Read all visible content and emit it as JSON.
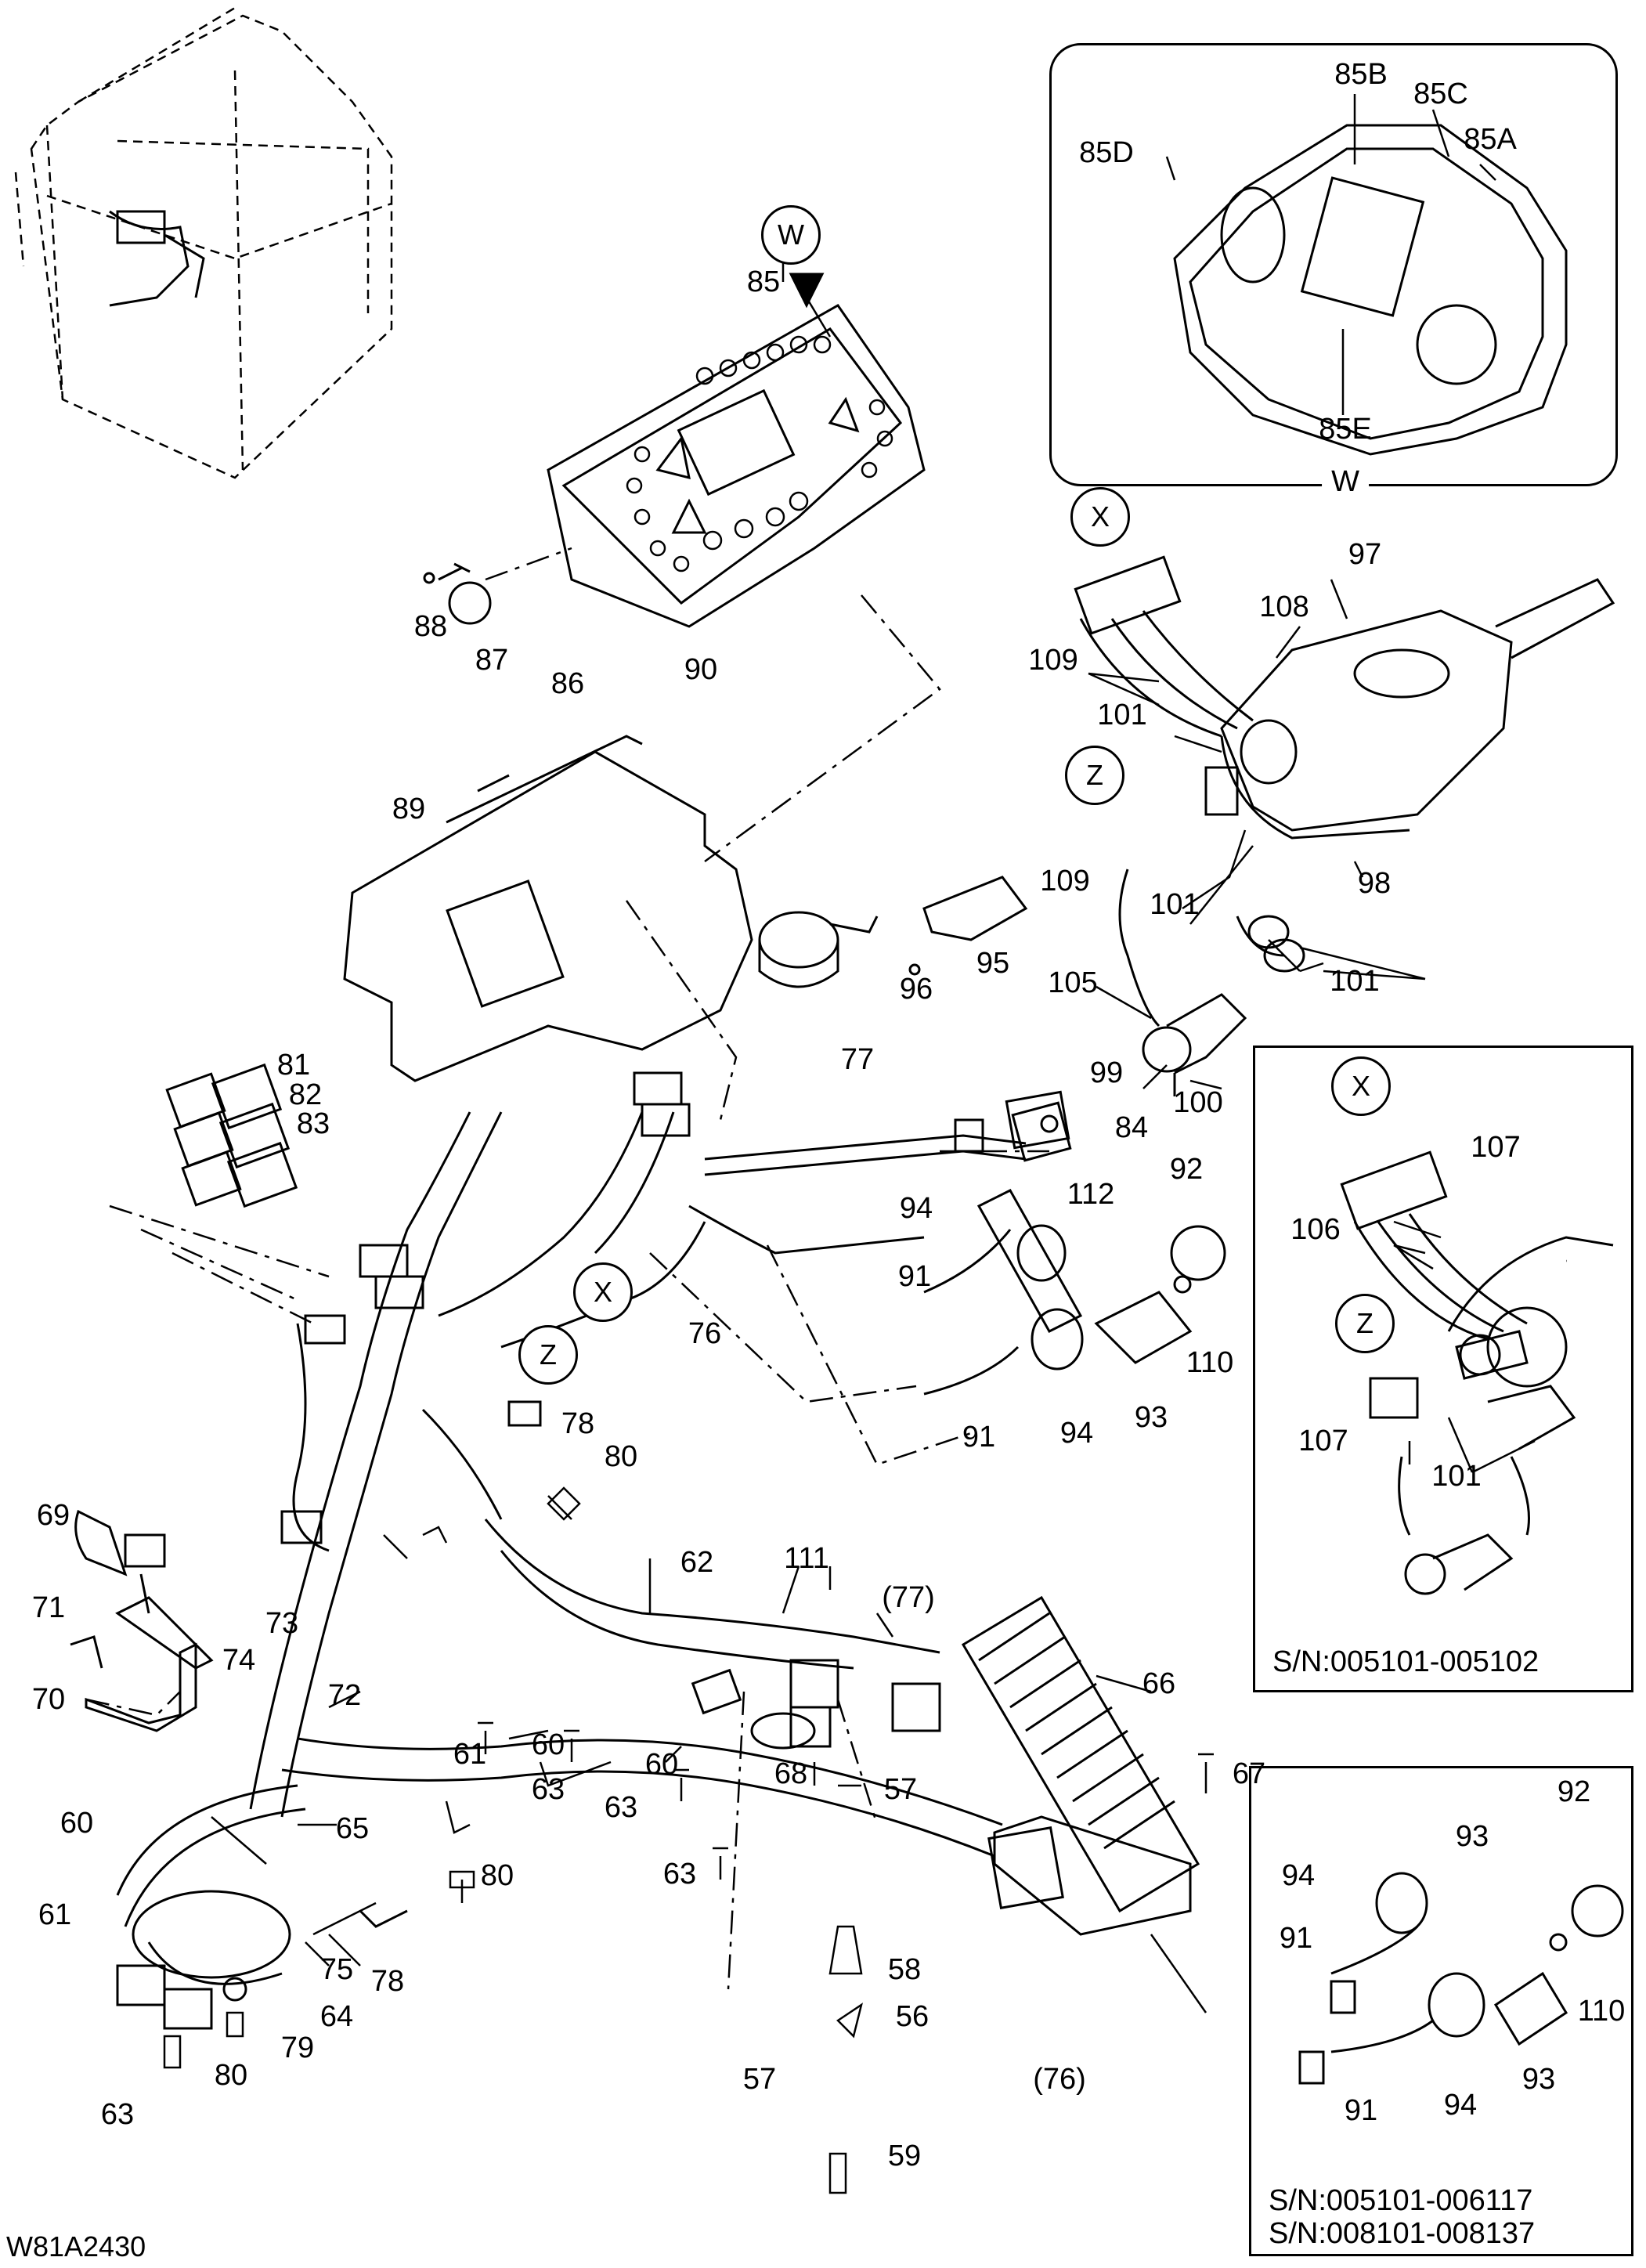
{
  "figure_code": "W81A2430",
  "callouts": {
    "W_main": "W",
    "X_main": "X",
    "Z_main": "Z",
    "X_inset": "X",
    "Z_inset": "Z",
    "X_harness": "X",
    "Z_harness": "Z"
  },
  "inset_W": {
    "caption": "W",
    "labels": [
      "85B",
      "85C",
      "85A",
      "85D",
      "85E"
    ]
  },
  "inset_serial_1": {
    "note": "S/N:005101-005102",
    "labels": [
      "X",
      "107",
      "106",
      "Z",
      "107",
      "101"
    ]
  },
  "inset_serial_2": {
    "note_line1": "S/N:005101-006117",
    "note_line2": "S/N:008101-008137",
    "labels": [
      "92",
      "94",
      "93",
      "91",
      "110",
      "91",
      "94",
      "93"
    ]
  },
  "part_labels": {
    "p85": "85",
    "p88": "88",
    "p87": "87",
    "p86": "86",
    "p90": "90",
    "p89": "89",
    "p97": "97",
    "p108": "108",
    "p109a": "109",
    "p101a": "101",
    "p98": "98",
    "p109b": "109",
    "p101b": "101",
    "p101c": "101",
    "p105": "105",
    "p99": "99",
    "p100": "100",
    "p95": "95",
    "p96": "96",
    "p81": "81",
    "p82": "82",
    "p83": "83",
    "p77": "77",
    "p84": "84",
    "p94a": "94",
    "p112": "112",
    "p92": "92",
    "p91a": "91",
    "p110": "110",
    "p76": "76",
    "p91b": "91",
    "p94b": "94",
    "p93": "93",
    "p78a": "78",
    "p80a": "80",
    "p69": "69",
    "p71": "71",
    "p73": "73",
    "p74": "74",
    "p72": "72",
    "p70": "70",
    "p62": "62",
    "p111": "111",
    "p77b": "(77)",
    "p66": "66",
    "p60a": "60",
    "p61a": "61",
    "p63a": "63",
    "p60b": "60",
    "p68": "68",
    "p57a": "57",
    "p63b": "63",
    "p67": "67",
    "p60c": "60",
    "p65": "65",
    "p80b": "80",
    "p63c": "63",
    "p61b": "61",
    "p75": "75",
    "p78b": "78",
    "p64": "64",
    "p58": "58",
    "p56": "56",
    "p79": "79",
    "p80c": "80",
    "p76b": "(76)",
    "p57b": "57",
    "p63d": "63",
    "p59": "59"
  }
}
